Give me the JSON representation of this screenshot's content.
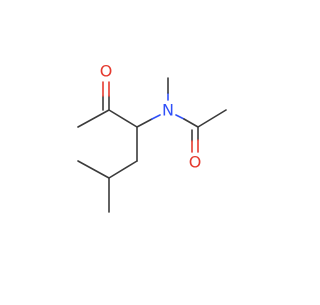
{
  "molecule": {
    "atoms": {
      "oxygen_ketone": "O",
      "nitrogen": "N",
      "oxygen_amide": "O"
    },
    "colors": {
      "bond": "#3b3b3b",
      "oxygen": "#e53a2f",
      "nitrogen": "#3050f8"
    }
  }
}
